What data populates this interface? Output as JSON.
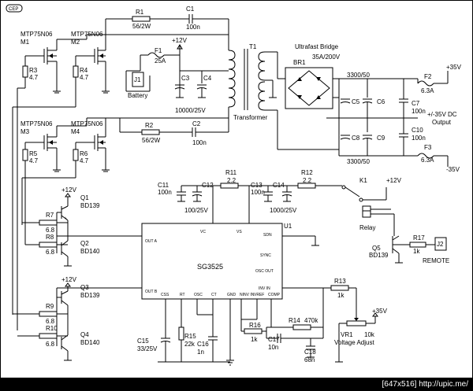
{
  "corner_logo": "CEP",
  "title": "",
  "components": {
    "M1": {
      "name": "M1",
      "type": "MTP75N06"
    },
    "M2": {
      "name": "M2",
      "type": "MTP75N06"
    },
    "M3": {
      "name": "M3",
      "type": "MTP75N06"
    },
    "M4": {
      "name": "M4",
      "type": "MTP75N06"
    },
    "R1": {
      "name": "R1",
      "value": "56/2W"
    },
    "R2": {
      "name": "R2",
      "value": "56/2W"
    },
    "R3": {
      "name": "R3",
      "value": "4.7"
    },
    "R4": {
      "name": "R4",
      "value": "4.7"
    },
    "R5": {
      "name": "R5",
      "value": "4.7"
    },
    "R6": {
      "name": "R6",
      "value": "4.7"
    },
    "R7": {
      "name": "R7",
      "value": "6.8"
    },
    "R8": {
      "name": "R8",
      "value": "6.8"
    },
    "R9": {
      "name": "R9",
      "value": "6.8"
    },
    "R10": {
      "name": "R10",
      "value": "6.8"
    },
    "R11": {
      "name": "R11",
      "value": "2.2"
    },
    "R12": {
      "name": "R12",
      "value": "2.2"
    },
    "R13": {
      "name": "R13",
      "value": "1k"
    },
    "R14": {
      "name": "R14",
      "value": "470k"
    },
    "R15": {
      "name": "R15",
      "value": "22k"
    },
    "R16": {
      "name": "R16",
      "value": "1k"
    },
    "R17": {
      "name": "R17",
      "value": "1k"
    },
    "C1": {
      "name": "C1",
      "value": "100n"
    },
    "C2": {
      "name": "C2",
      "value": "100n"
    },
    "C3": {
      "name": "C3"
    },
    "C4": {
      "name": "C4"
    },
    "C34_value": "10000/25V",
    "C5": {
      "name": "C5"
    },
    "C6": {
      "name": "C6"
    },
    "C8": {
      "name": "C8"
    },
    "C9": {
      "name": "C9"
    },
    "C7": {
      "name": "C7",
      "value": "100n"
    },
    "C10": {
      "name": "C10",
      "value": "100n"
    },
    "C11": {
      "name": "C11",
      "value": "100n"
    },
    "C12": {
      "name": "C12"
    },
    "C13": {
      "name": "C13",
      "value": "100n"
    },
    "C14": {
      "name": "C14"
    },
    "C15": {
      "name": "C15",
      "value": "33/25V"
    },
    "C16": {
      "name": "C16",
      "value": "1n"
    },
    "C17": {
      "name": "C17",
      "value": "10n"
    },
    "C18": {
      "name": "C18",
      "value": "68n"
    },
    "cap_top_value": "3300/50",
    "cap_bot_value": "3300/50",
    "C12_value": "100/25V",
    "C14_value": "1000/25V",
    "F1": {
      "name": "F1",
      "value": "25A"
    },
    "F2": {
      "name": "F2",
      "value": "6.3A"
    },
    "F3": {
      "name": "F3",
      "value": "6.3A"
    },
    "Q1": {
      "name": "Q1",
      "type": "BD139"
    },
    "Q2": {
      "name": "Q2",
      "type": "BD140"
    },
    "Q3": {
      "name": "Q3",
      "type": "BD139"
    },
    "Q4": {
      "name": "Q4",
      "type": "BD140"
    },
    "Q5": {
      "name": "Q5",
      "type": "BD139"
    },
    "T1": {
      "name": "T1",
      "label": "Transformer"
    },
    "BR1": {
      "name": "BR1",
      "label": "Ultrafast Bridge",
      "rating": "35A/200V"
    },
    "J1": {
      "name": "J1",
      "label": "Battery"
    },
    "J2": {
      "name": "J2",
      "label": "REMOTE"
    },
    "K1": {
      "name": "K1",
      "label": "Relay"
    },
    "VR1": {
      "name": "VR1",
      "value": "10k",
      "label": "Voltage Adjust"
    },
    "U1": {
      "name": "U1",
      "type": "SG3525"
    }
  },
  "rails": {
    "p12": "+12V",
    "p35": "+35V",
    "m35": "-35V"
  },
  "output_label": {
    "line1": "+/-35V DC",
    "line2": "Output"
  },
  "ic_pins": {
    "out_a": "OUT A",
    "out_b": "OUT B",
    "sdn": "SDN",
    "sync": "SYNC",
    "osc_out": "OSC OUT",
    "inv_in": "INV IN",
    "css": "CSS",
    "rt": "RT",
    "osc": "OSC",
    "ct": "CT",
    "gnd": "GND",
    "ninv_in": "NINV IN",
    "vref": "VREF",
    "comp": "COMP",
    "vc": "VC",
    "vs": "VS"
  },
  "footer": "[647x516] http://upic.me/"
}
